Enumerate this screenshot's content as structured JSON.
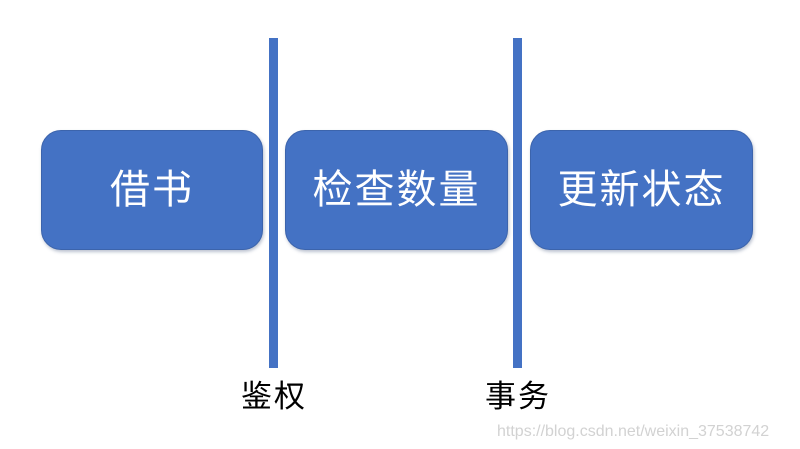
{
  "diagram": {
    "type": "process-flow-with-boundaries",
    "background_color": "#FFFFFF",
    "accent_color": "#4472C4",
    "box_text_color": "#FFFFFF",
    "caption_text_color": "#000000",
    "steps": [
      {
        "id": "borrow",
        "label": "借书"
      },
      {
        "id": "check",
        "label": "检查数量"
      },
      {
        "id": "update",
        "label": "更新状态"
      }
    ],
    "dividers": [
      {
        "id": "auth",
        "caption": "鉴权"
      },
      {
        "id": "txn",
        "caption": "事务"
      }
    ]
  },
  "watermark": {
    "text": "https://blog.csdn.net/weixin_37538742",
    "color": "#D2D2D2"
  }
}
